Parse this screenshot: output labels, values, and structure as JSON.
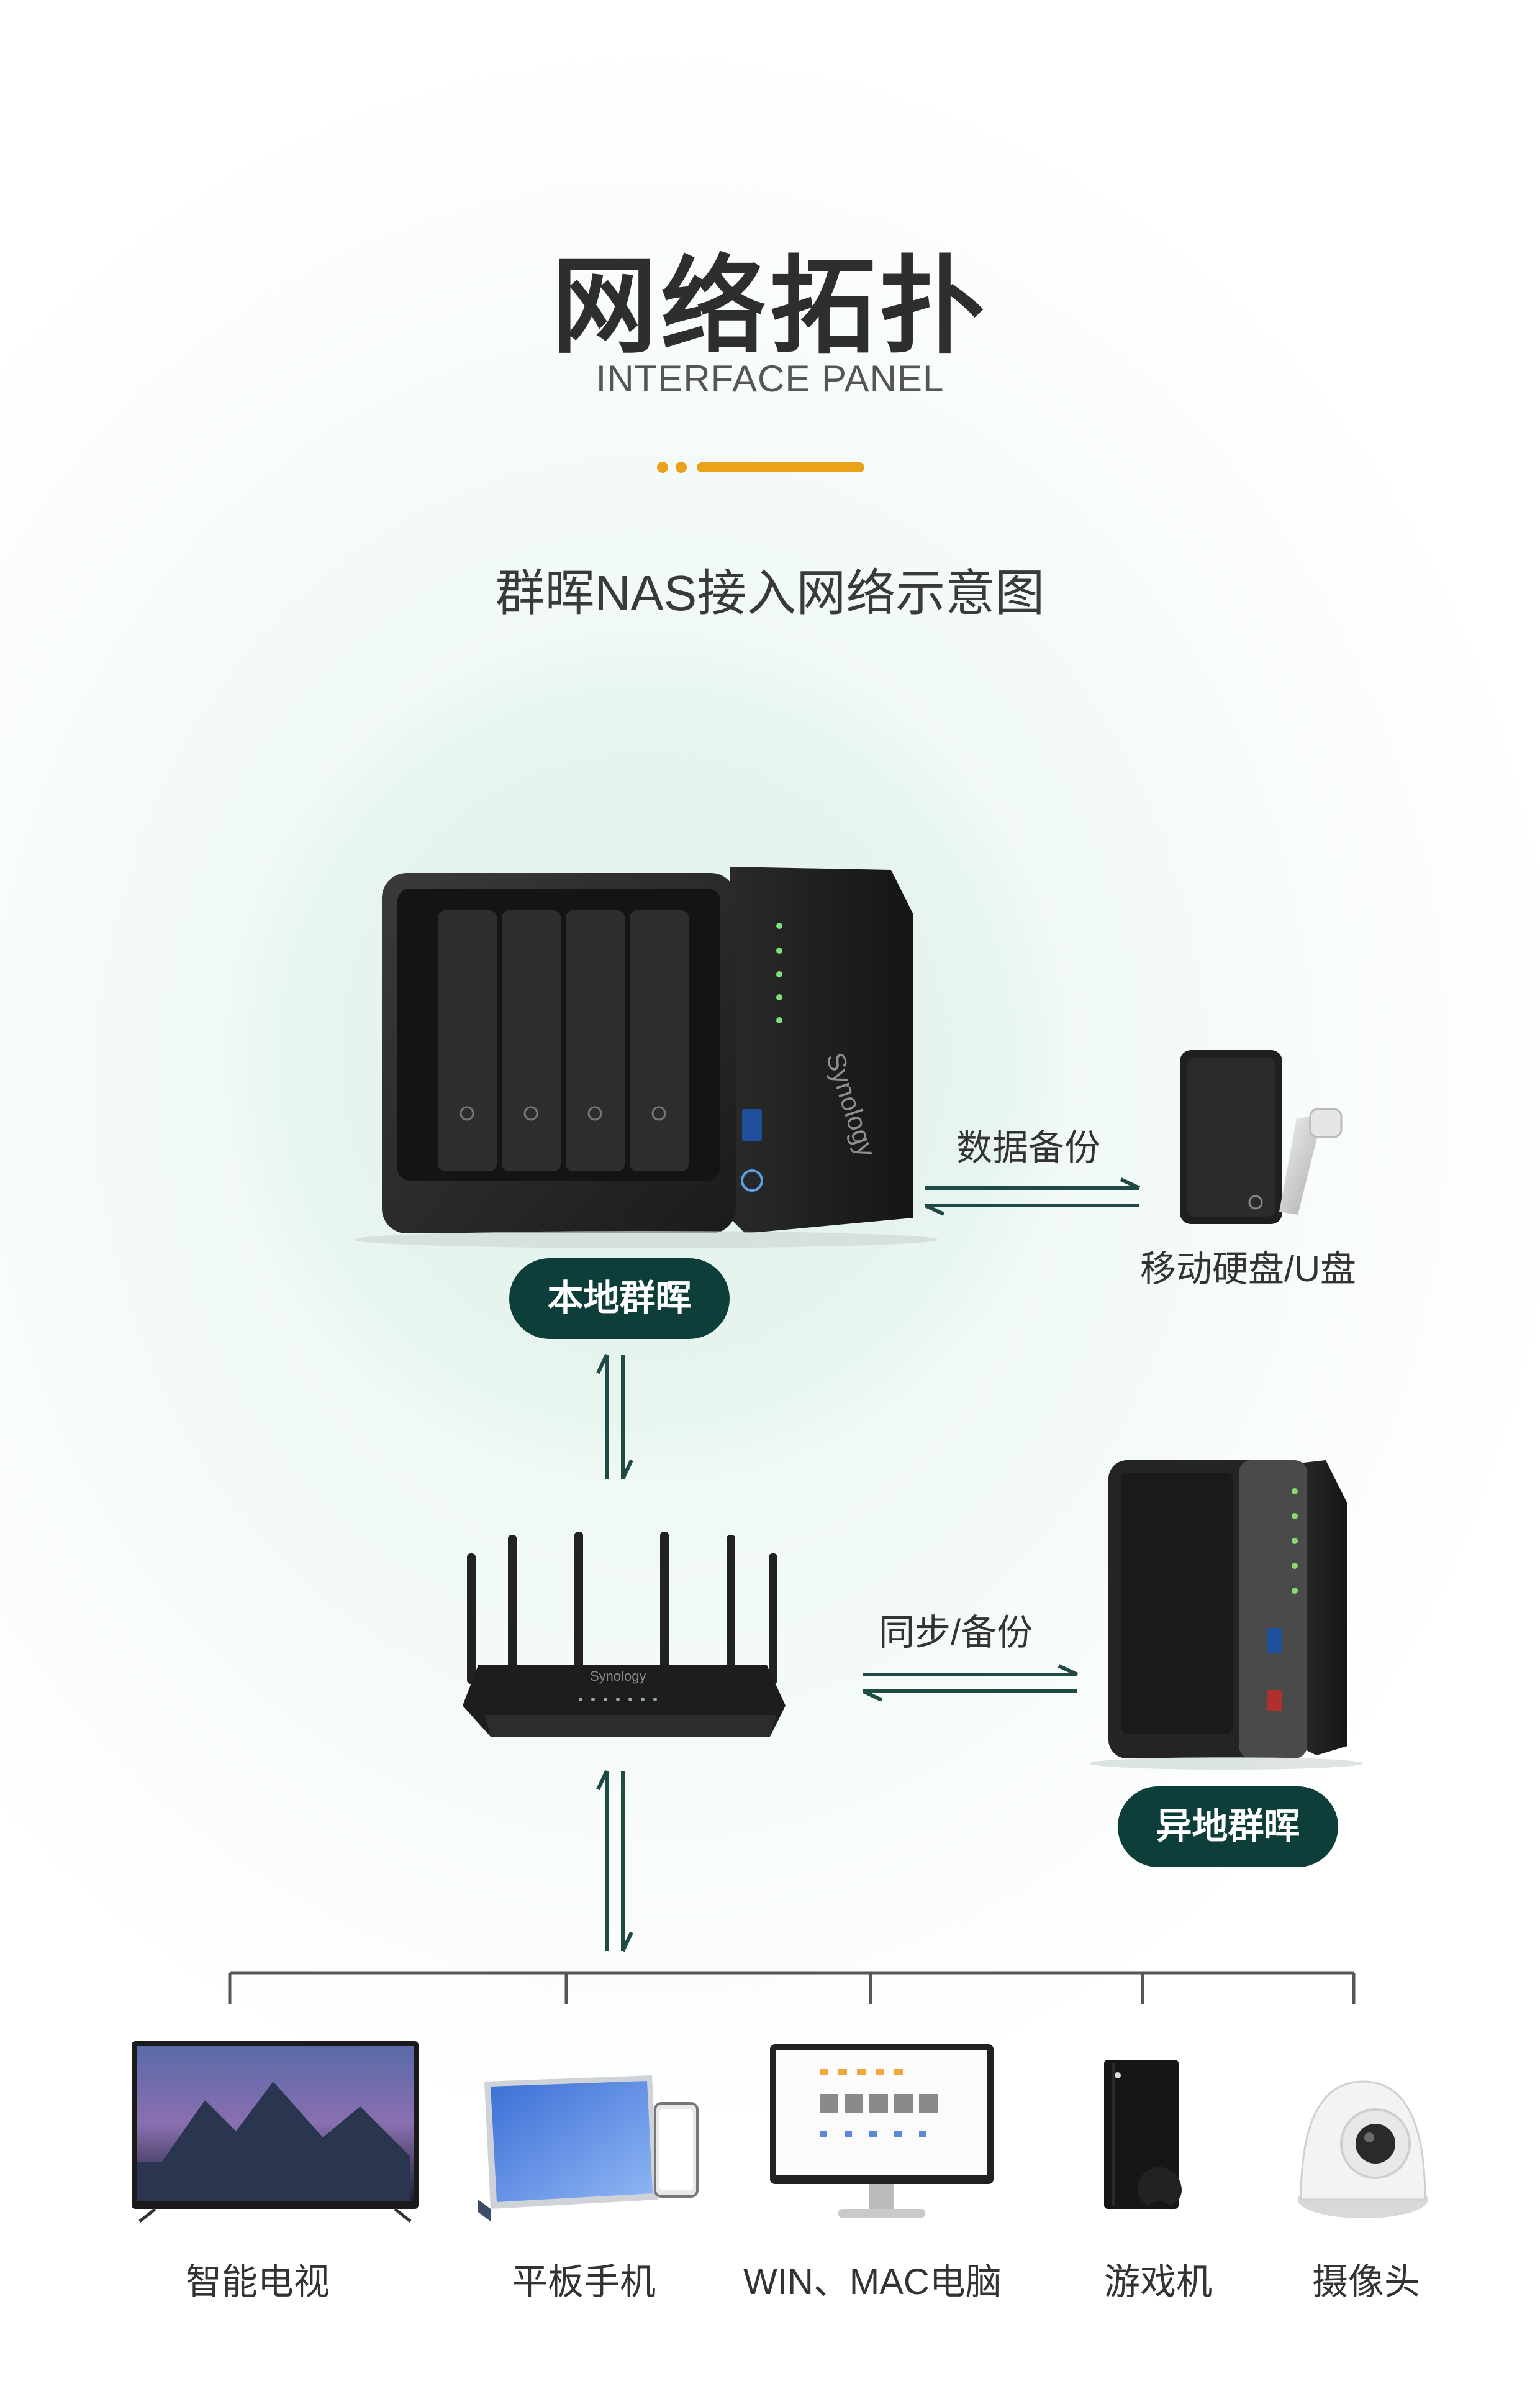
{
  "header": {
    "title": "网络拓扑",
    "subtitle": "INTERFACE PANEL",
    "caption": "群晖NAS接入网络示意图"
  },
  "nodes": {
    "local_nas": {
      "label": "本地群晖",
      "brand": "Synology"
    },
    "remote_nas": {
      "label": "异地群晖"
    },
    "storage": {
      "label": "移动硬盘/U盘"
    },
    "router": {
      "brand": "Synology"
    }
  },
  "links": {
    "backup": "数据备份",
    "sync": "同步/备份"
  },
  "clients": [
    {
      "label": "智能电视"
    },
    {
      "label": "平板手机"
    },
    {
      "label": "WIN、MAC电脑"
    },
    {
      "label": "游戏机"
    },
    {
      "label": "摄像头"
    }
  ],
  "colors": {
    "accent_orange": "#e9a21a",
    "pill_dark_green": "#0d3e3a",
    "arrow": "#1f4a45"
  }
}
